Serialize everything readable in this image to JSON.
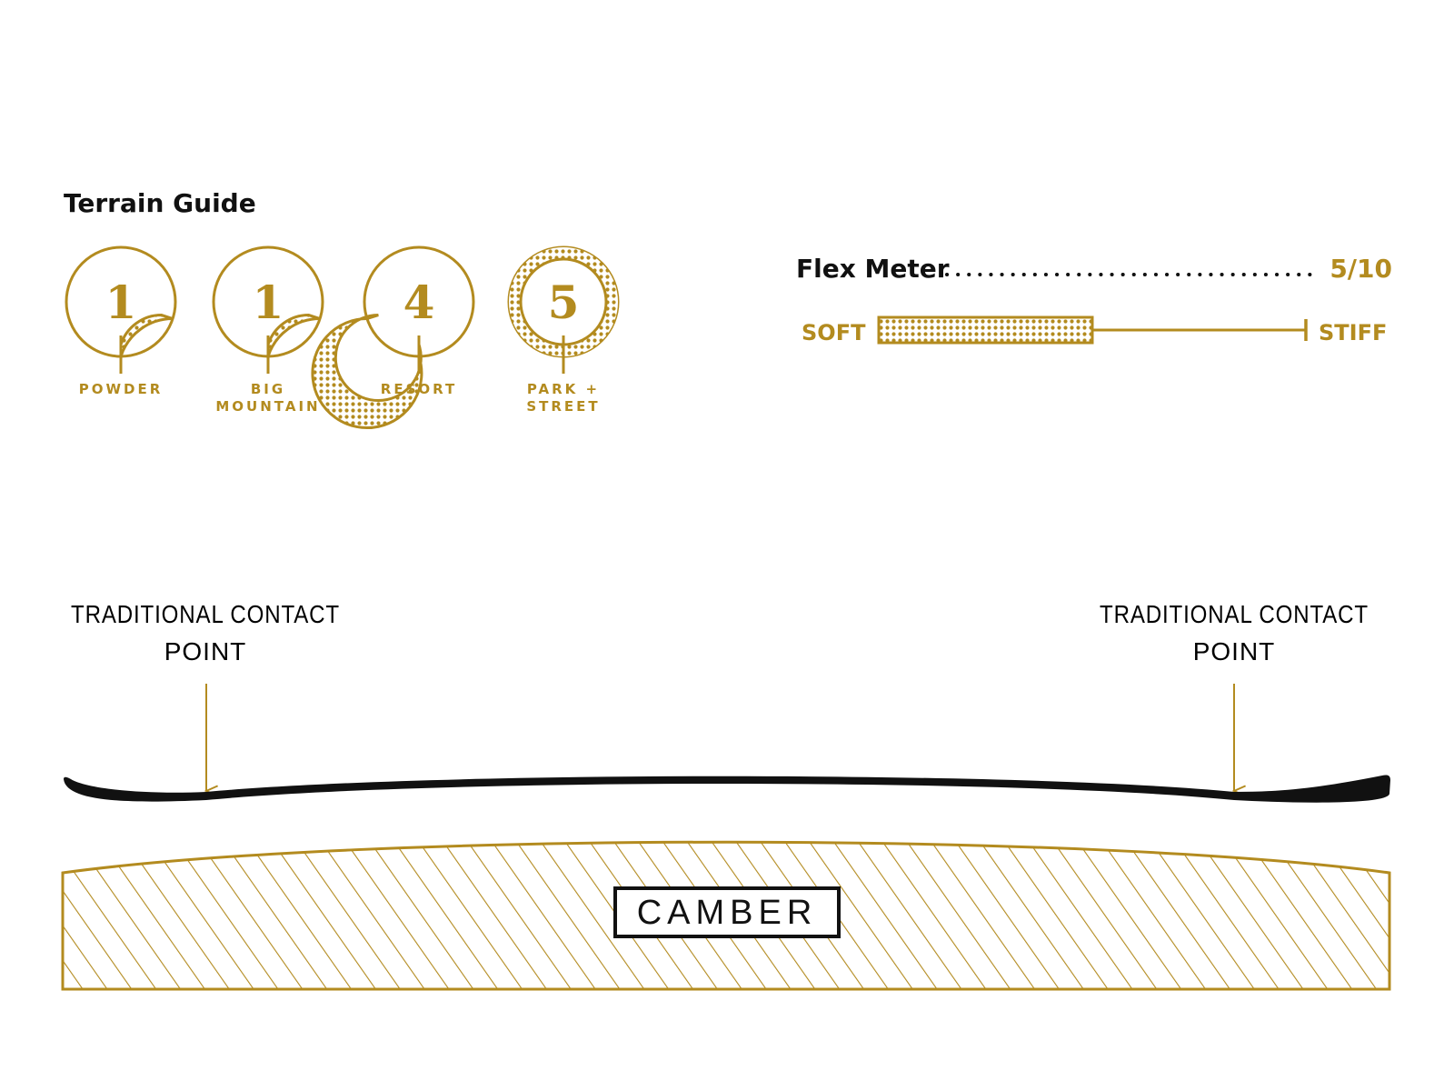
{
  "colors": {
    "gold": "#b38b1f",
    "black": "#111111",
    "white": "#ffffff"
  },
  "terrain_guide": {
    "title": "Terrain Guide",
    "scale_max": 5,
    "items": [
      {
        "value": "1",
        "rating": 1,
        "label_lines": [
          "POWDER"
        ]
      },
      {
        "value": "1",
        "rating": 1,
        "label_lines": [
          "BIG",
          "MOUNTAIN"
        ]
      },
      {
        "value": "4",
        "rating": 4,
        "label_lines": [
          "RESORT"
        ]
      },
      {
        "value": "5",
        "rating": 5,
        "label_lines": [
          "PARK +",
          "STREET"
        ]
      }
    ]
  },
  "flex_meter": {
    "title": "Flex Meter",
    "value_text": "5/10",
    "fraction": 0.5,
    "soft_label": "SOFT",
    "stiff_label": "STIFF"
  },
  "profile": {
    "left_contact": {
      "lines": [
        "TRADITIONAL CONTACT",
        "POINT"
      ]
    },
    "right_contact": {
      "lines": [
        "TRADITIONAL CONTACT",
        "POINT"
      ]
    },
    "badge": "CAMBER"
  }
}
